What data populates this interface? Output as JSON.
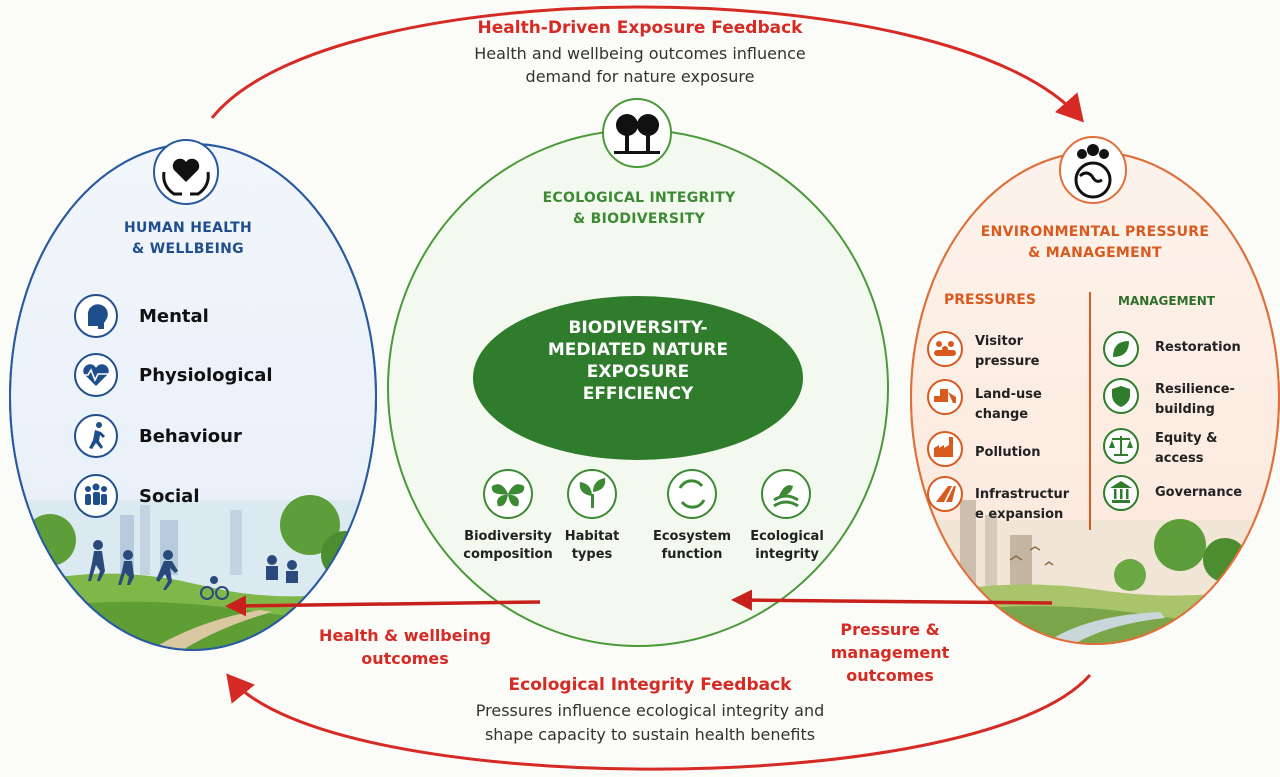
{
  "top_feedback": {
    "title": "Health-Driven Exposure Feedback",
    "line1": "Health and wellbeing outcomes influence",
    "line2": "demand for nature exposure"
  },
  "bottom_feedback": {
    "title": "Ecological Integrity Feedback",
    "line1": "Pressures influence ecological integrity and",
    "line2": "shape capacity to sustain health benefits"
  },
  "left": {
    "title1": "HUMAN HEALTH",
    "title2": "& WELLBEING",
    "items": [
      "Mental",
      "Physiological",
      "Behaviour",
      "Social"
    ]
  },
  "center": {
    "title1": "ECOLOGICAL INTEGRITY",
    "title2": "& BIODIVERSITY",
    "core1": "BIODIVERSITY-",
    "core2": "MEDIATED NATURE",
    "core3": "EXPOSURE",
    "core4": "EFFICIENCY",
    "items": [
      {
        "l1": "Biodiversity",
        "l2": "composition"
      },
      {
        "l1": "Habitat",
        "l2": "types"
      },
      {
        "l1": "Ecosystem",
        "l2": "function"
      },
      {
        "l1": "Ecological",
        "l2": "integrity"
      }
    ]
  },
  "right": {
    "title1": "ENVIRONMENTAL PRESSURE",
    "title2": "& MANAGEMENT",
    "pressures_header": "PRESSURES",
    "management_header": "MANAGEMENT",
    "pressures": [
      {
        "l1": "Visitor",
        "l2": "pressure"
      },
      {
        "l1": "Land-use",
        "l2": "change"
      },
      {
        "l1": "Pollution",
        "l2": ""
      },
      {
        "l1": "Infrastructur",
        "l2": "e expansion"
      }
    ],
    "management": [
      {
        "l1": "Restoration",
        "l2": ""
      },
      {
        "l1": "Resilience-",
        "l2": "building"
      },
      {
        "l1": "Equity &",
        "l2": "access"
      },
      {
        "l1": "Governance",
        "l2": ""
      }
    ]
  },
  "arrows": {
    "health_outcomes1": "Health & wellbeing",
    "health_outcomes2": "outcomes",
    "pressure_outcomes1": "Pressure &",
    "pressure_outcomes2": "management",
    "pressure_outcomes3": "outcomes"
  },
  "colors": {
    "blue": "#1f4e8c",
    "green": "#3d8a34",
    "dark_green": "#2f7d2c",
    "orange": "#d95a1e",
    "red": "#d62a25"
  }
}
